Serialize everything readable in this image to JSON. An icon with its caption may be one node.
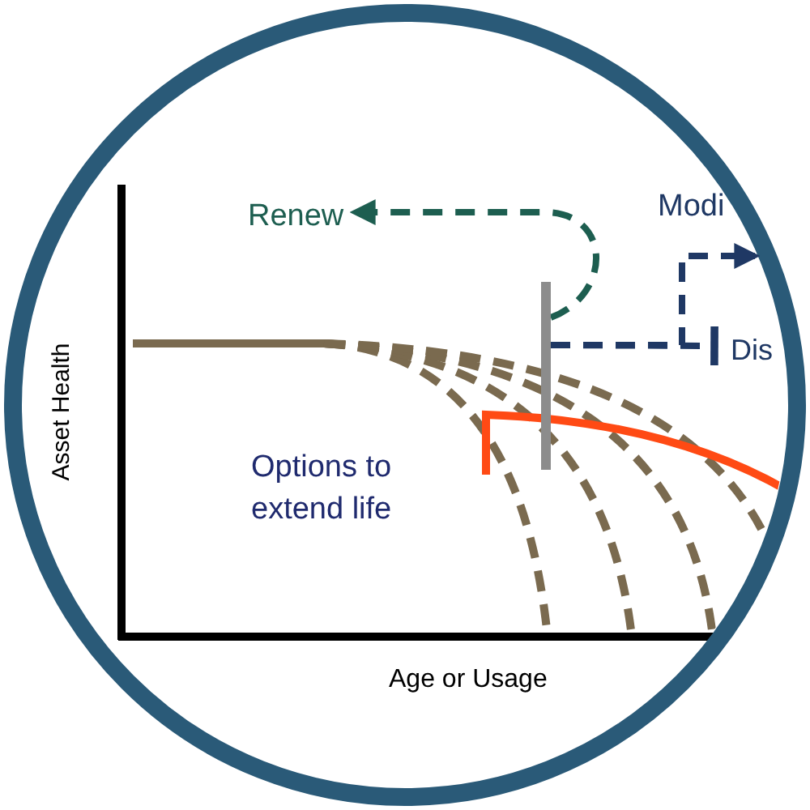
{
  "diagram": {
    "nodes": [
      {
        "text": [
          "Renew"
        ]
      },
      {
        "text": [
          "Modi"
        ]
      },
      {
        "text": [
          "Dis"
        ]
      },
      {
        "text": [],
        "shape": "bar"
      }
    ],
    "edges": [
      {
        "from": 3,
        "to": 0,
        "arrow": "to",
        "style": "dashed",
        "color": "#1d5e50"
      },
      {
        "from": 3,
        "to": 1,
        "arrow": "to",
        "style": "dashed"
      },
      {
        "from": 3,
        "to": 2,
        "arrow": "other",
        "style": "dashed"
      }
    ],
    "labels": [
      "Asset Health",
      "Options to extend life",
      "Age or Usage"
    ]
  }
}
